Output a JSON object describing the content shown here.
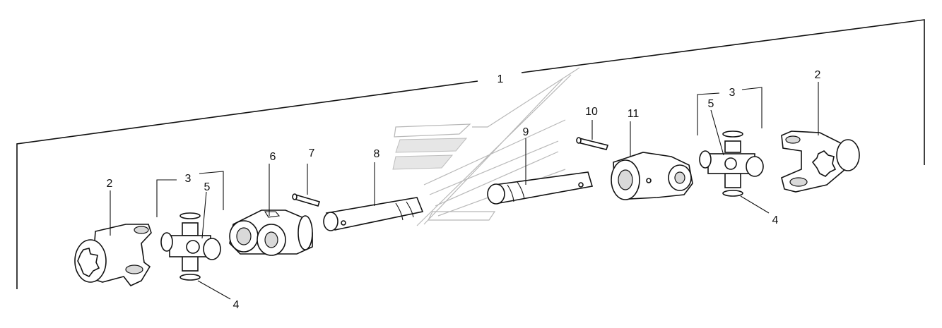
{
  "callouts": {
    "c1": "1",
    "c2_left": "2",
    "c2_right": "2",
    "c3_left": "3",
    "c3_right": "3",
    "c4_left": "4",
    "c4_right": "4",
    "c5_left": "5",
    "c5_right": "5",
    "c6": "6",
    "c7": "7",
    "c8": "8",
    "c9": "9",
    "c10": "10",
    "c11": "11"
  }
}
